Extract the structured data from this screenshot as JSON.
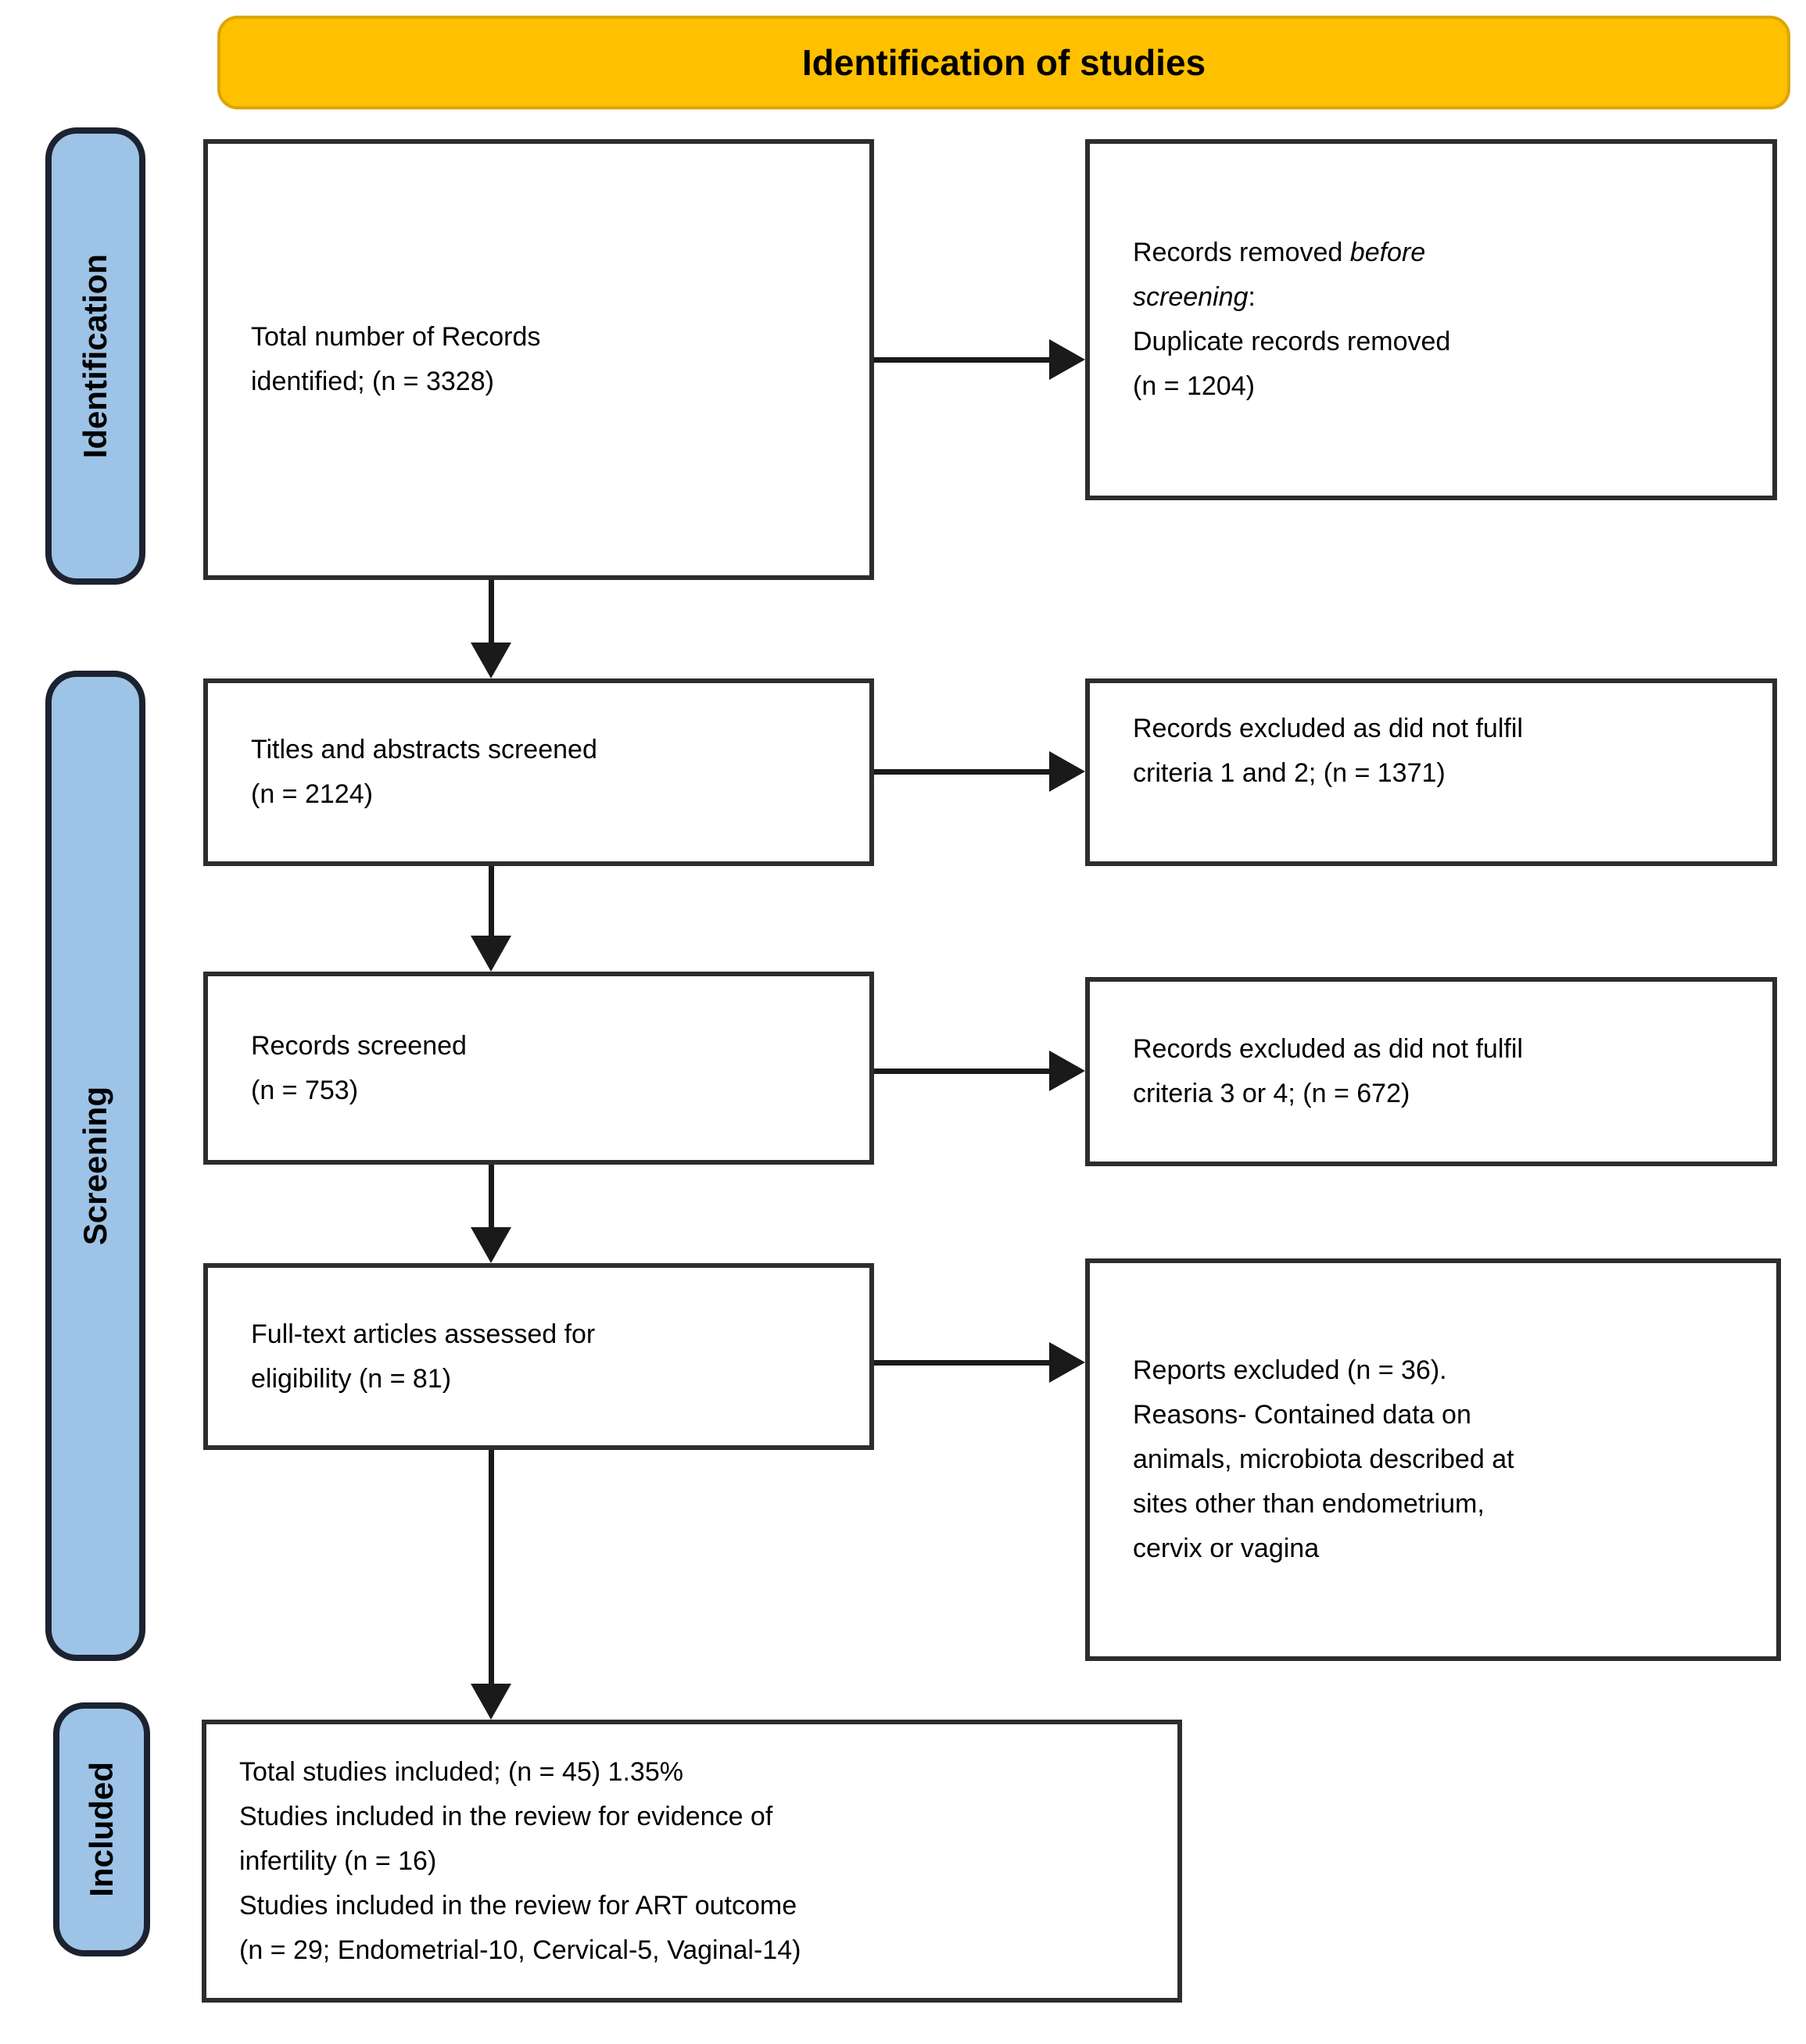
{
  "banner": {
    "label": "Identification of studies"
  },
  "colors": {
    "banner_bg": "#FFC000",
    "banner_edge": "#DDA604",
    "stage_bg": "#9DC3E6",
    "stage_border": "#1C2230",
    "box_border": "#2D2D2D",
    "arrow": "#1A1A1A"
  },
  "stages": {
    "identification": "Identification",
    "screening": "Screening",
    "included": "Included"
  },
  "flow_boxes": {
    "records_identified": {
      "lines": [
        "Total number of Records",
        "identified; (n = 3328)"
      ]
    },
    "titles_abstracts_screened": {
      "lines": [
        "Titles and abstracts screened",
        "(n = 2124)"
      ]
    },
    "records_screened": {
      "lines": [
        "Records screened",
        "(n = 753)"
      ]
    },
    "fulltext_assessed": {
      "lines": [
        "Full-text articles assessed for",
        "eligibility (n = 81)"
      ]
    },
    "studies_included": {
      "lines": [
        "Total studies included; (n = 45) 1.35%",
        "Studies included in the review for evidence of",
        "infertility (n = 16)",
        "Studies included in the review for ART outcome",
        "(n = 29; Endometrial-10, Cervical-5, Vaginal-14)"
      ]
    }
  },
  "exclusion_boxes": {
    "removed_before_screening": {
      "rich_lines": [
        [
          {
            "t": "Records removed ",
            "i": false
          },
          {
            "t": "before",
            "i": true
          }
        ],
        [
          {
            "t": "screening",
            "i": true
          },
          {
            "t": ":",
            "i": false
          }
        ],
        [
          {
            "t": "Duplicate records removed",
            "i": false
          }
        ],
        [
          {
            "t": "(n = 1204)",
            "i": false
          }
        ]
      ]
    },
    "excluded_criteria_1_2": {
      "lines": [
        "Records excluded as did not fulfil",
        "criteria 1 and 2; (n = 1371)"
      ]
    },
    "excluded_criteria_3_4": {
      "lines": [
        "Records excluded as did not fulfil",
        "criteria 3 or 4; (n = 672)"
      ]
    },
    "reports_excluded": {
      "lines": [
        "Reports excluded (n = 36).",
        "Reasons- Contained data on",
        "animals, microbiota described at",
        "sites other than endometrium,",
        "cervix or vagina"
      ]
    }
  }
}
